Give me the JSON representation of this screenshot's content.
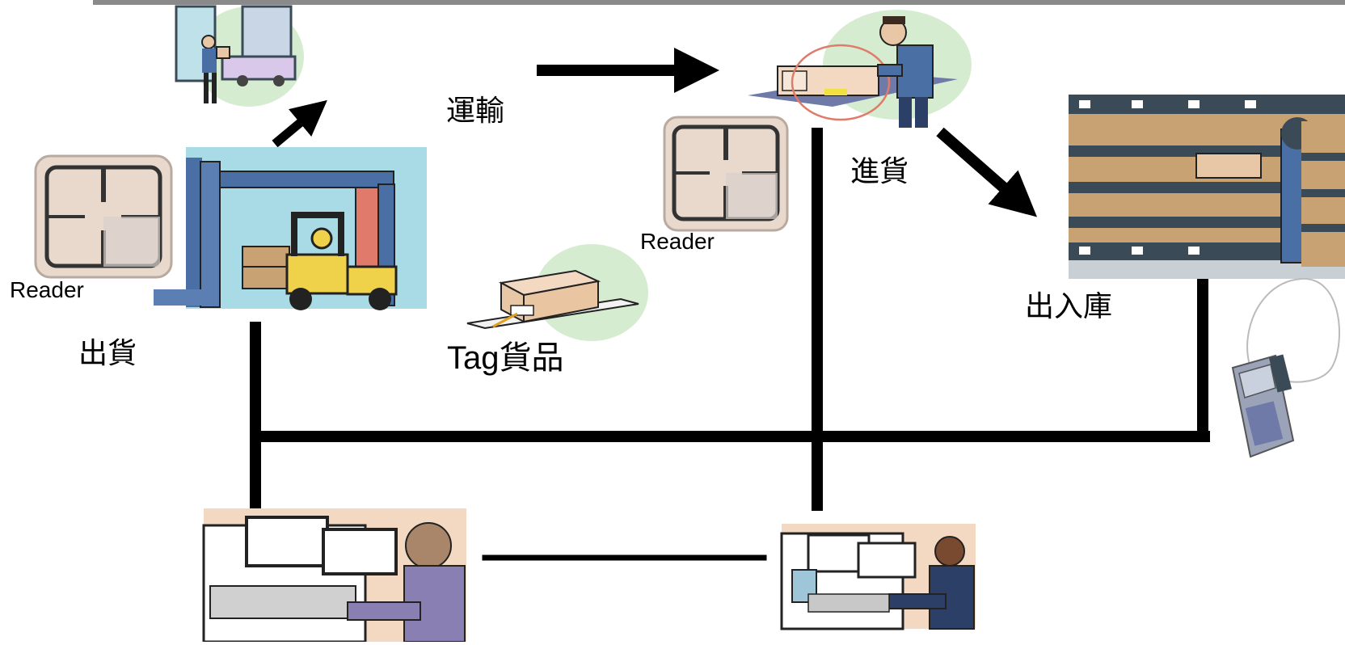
{
  "labels": {
    "shipping": "出貨",
    "transport": "運輸",
    "receiving": "進貨",
    "warehouse": "出入庫",
    "tag_goods": "Tag貨品",
    "reader_left": "Reader",
    "reader_mid": "Reader"
  },
  "icons": {
    "truck_loading": "truck-loading-icon",
    "forklift": "forklift-icon",
    "rfid_reader": "rfid-reader-icon",
    "tagged_box": "tagged-box-icon",
    "receiving_worker": "receiving-worker-icon",
    "warehouse_shelves": "warehouse-shelves-icon",
    "handheld_scanner": "handheld-scanner-icon",
    "office_workstation": "office-workstation-icon"
  },
  "colors": {
    "line": "#000000",
    "top_bar": "#8a8a8a",
    "reader_body": "#e9d8cc",
    "box": "#e7c7a6",
    "shelf_wood": "#c9a273",
    "shelf_frame": "#3b4a57",
    "worker_blue": "#4a6fa5",
    "forklift_yellow": "#f0d24a",
    "blob_green": "#d6ecd0",
    "sky_blue": "#a9dbe6"
  }
}
